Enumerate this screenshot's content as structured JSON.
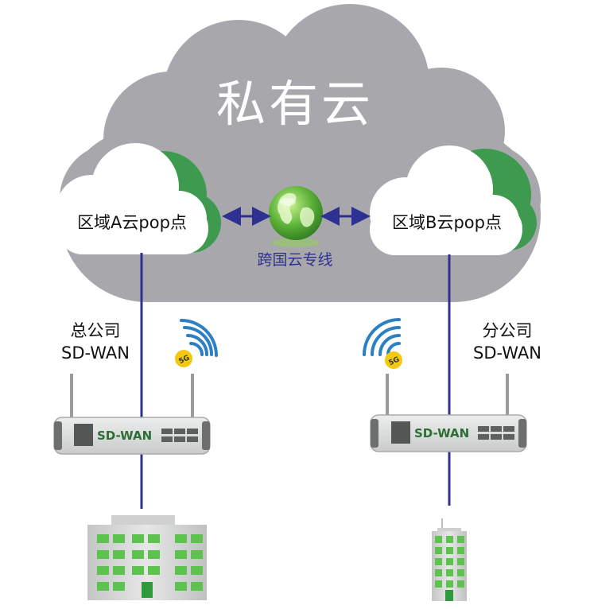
{
  "title": "私有云",
  "pop_a": "区域A云pop点",
  "pop_b": "区域B云pop点",
  "link_label": "跨国云专线",
  "hq": {
    "line1": "总公司",
    "line2": "SD-WAN"
  },
  "branch": {
    "line1": "分公司",
    "line2": "SD-WAN"
  },
  "device_label": "SD-WAN",
  "badge_5g": "5G",
  "colors": {
    "cloud_gray": "#a8a8ac",
    "cloud_white": "#ffffff",
    "cloud_green": "#3e9a4e",
    "line_navy": "#2e3192",
    "globe_green": "#5db339",
    "wifi_blue": "#2b7fc2",
    "badge_yellow": "#f2c811"
  }
}
